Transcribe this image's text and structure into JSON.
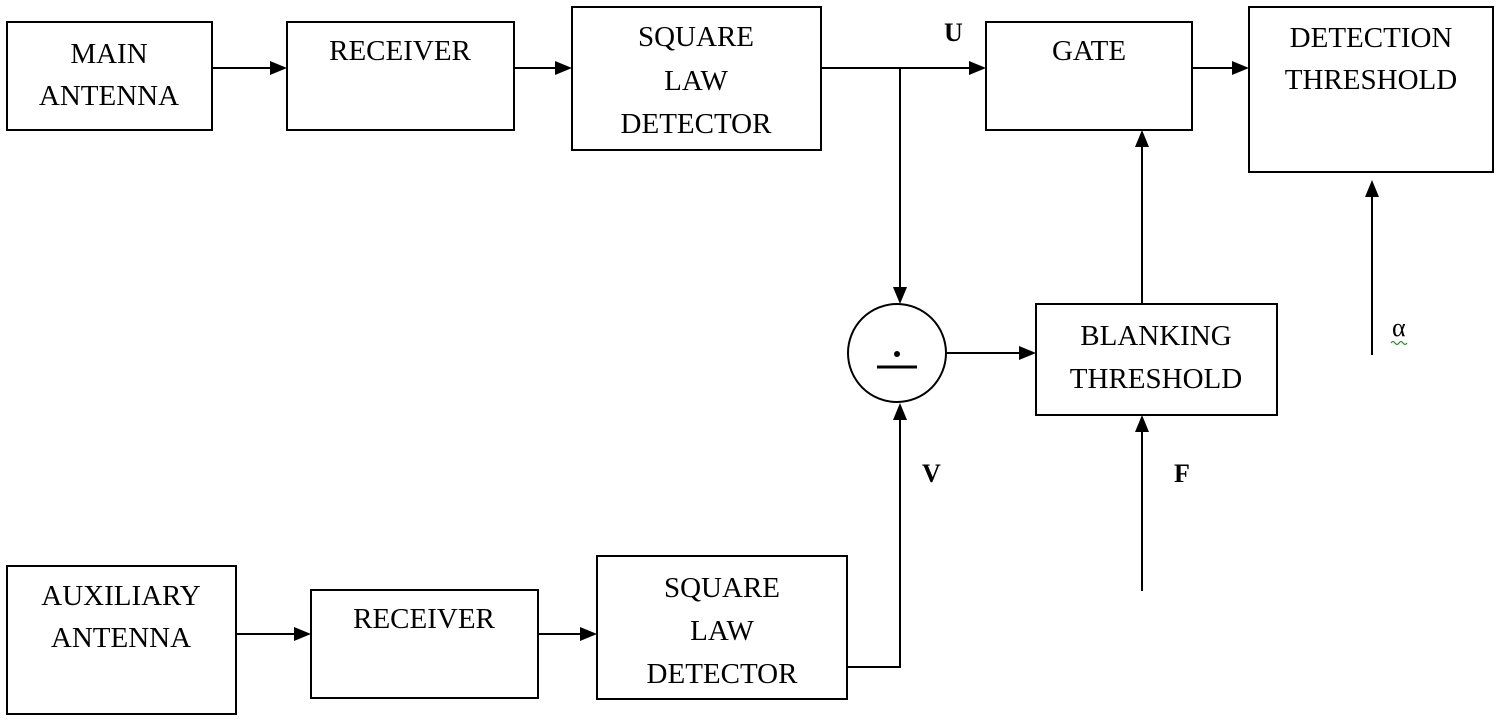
{
  "blocks": {
    "main_antenna": [
      "MAIN",
      "ANTENNA"
    ],
    "receiver_top": [
      "RECEIVER"
    ],
    "square_law_top": [
      "SQUARE",
      "LAW",
      "DETECTOR"
    ],
    "gate": [
      "GATE"
    ],
    "detection_threshold": [
      "DETECTION",
      "THRESHOLD"
    ],
    "blanking_threshold": [
      "BLANKING",
      "THRESHOLD"
    ],
    "aux_antenna": [
      "AUXILIARY",
      "ANTENNA"
    ],
    "receiver_bottom": [
      "RECEIVER"
    ],
    "square_law_bottom": [
      "SQUARE",
      "LAW",
      "DETECTOR"
    ]
  },
  "signals": {
    "u": "U",
    "v": "V",
    "f": "F",
    "alpha": "α"
  },
  "divider_symbol": "÷"
}
